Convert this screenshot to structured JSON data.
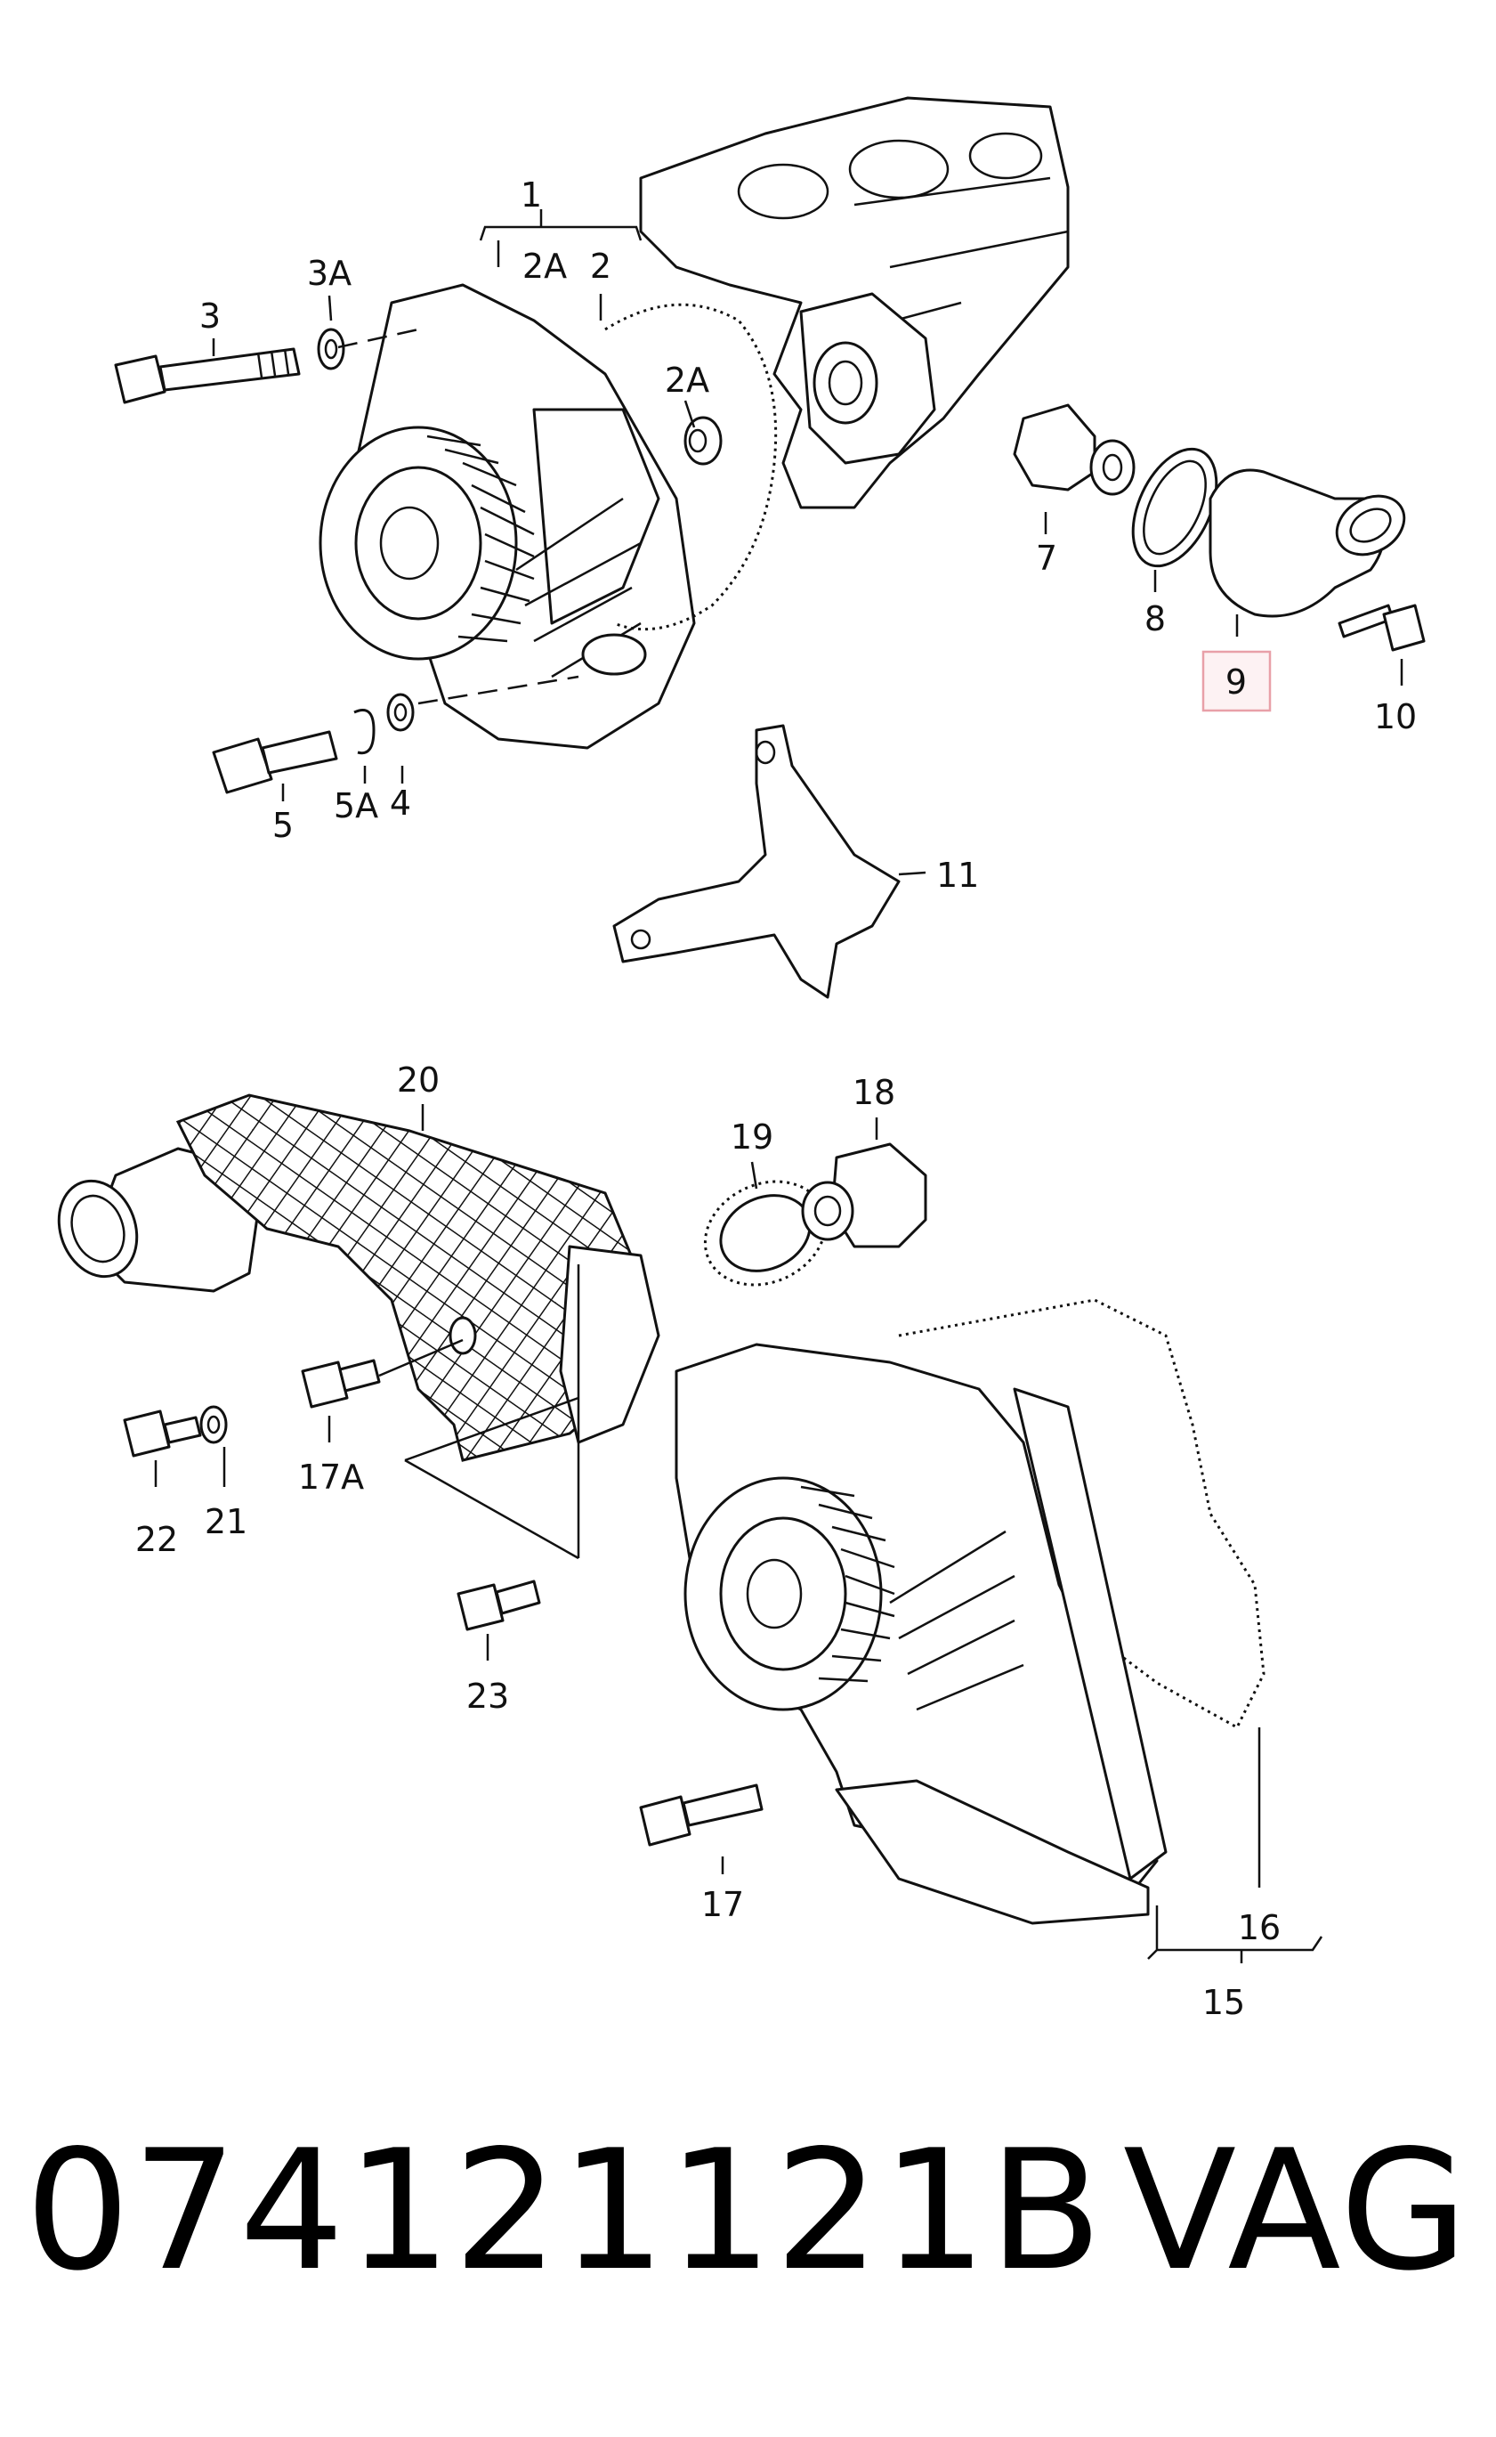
{
  "diagram": {
    "callouts": {
      "c1": "1",
      "c2A_top": "2A",
      "c2": "2",
      "c2A_mid": "2A",
      "c3": "3",
      "c3A": "3A",
      "c4": "4",
      "c5": "5",
      "c5A": "5A",
      "c7": "7",
      "c8": "8",
      "c9": "9",
      "c10": "10",
      "c11": "11",
      "c15": "15",
      "c16": "16",
      "c17": "17",
      "c17A": "17A",
      "c18": "18",
      "c19": "19",
      "c20": "20",
      "c21": "21",
      "c22": "22",
      "c23": "23"
    },
    "highlight_color": "#e8a0a8"
  },
  "footer": {
    "part_number": "074121121B",
    "brand": "VAG"
  }
}
